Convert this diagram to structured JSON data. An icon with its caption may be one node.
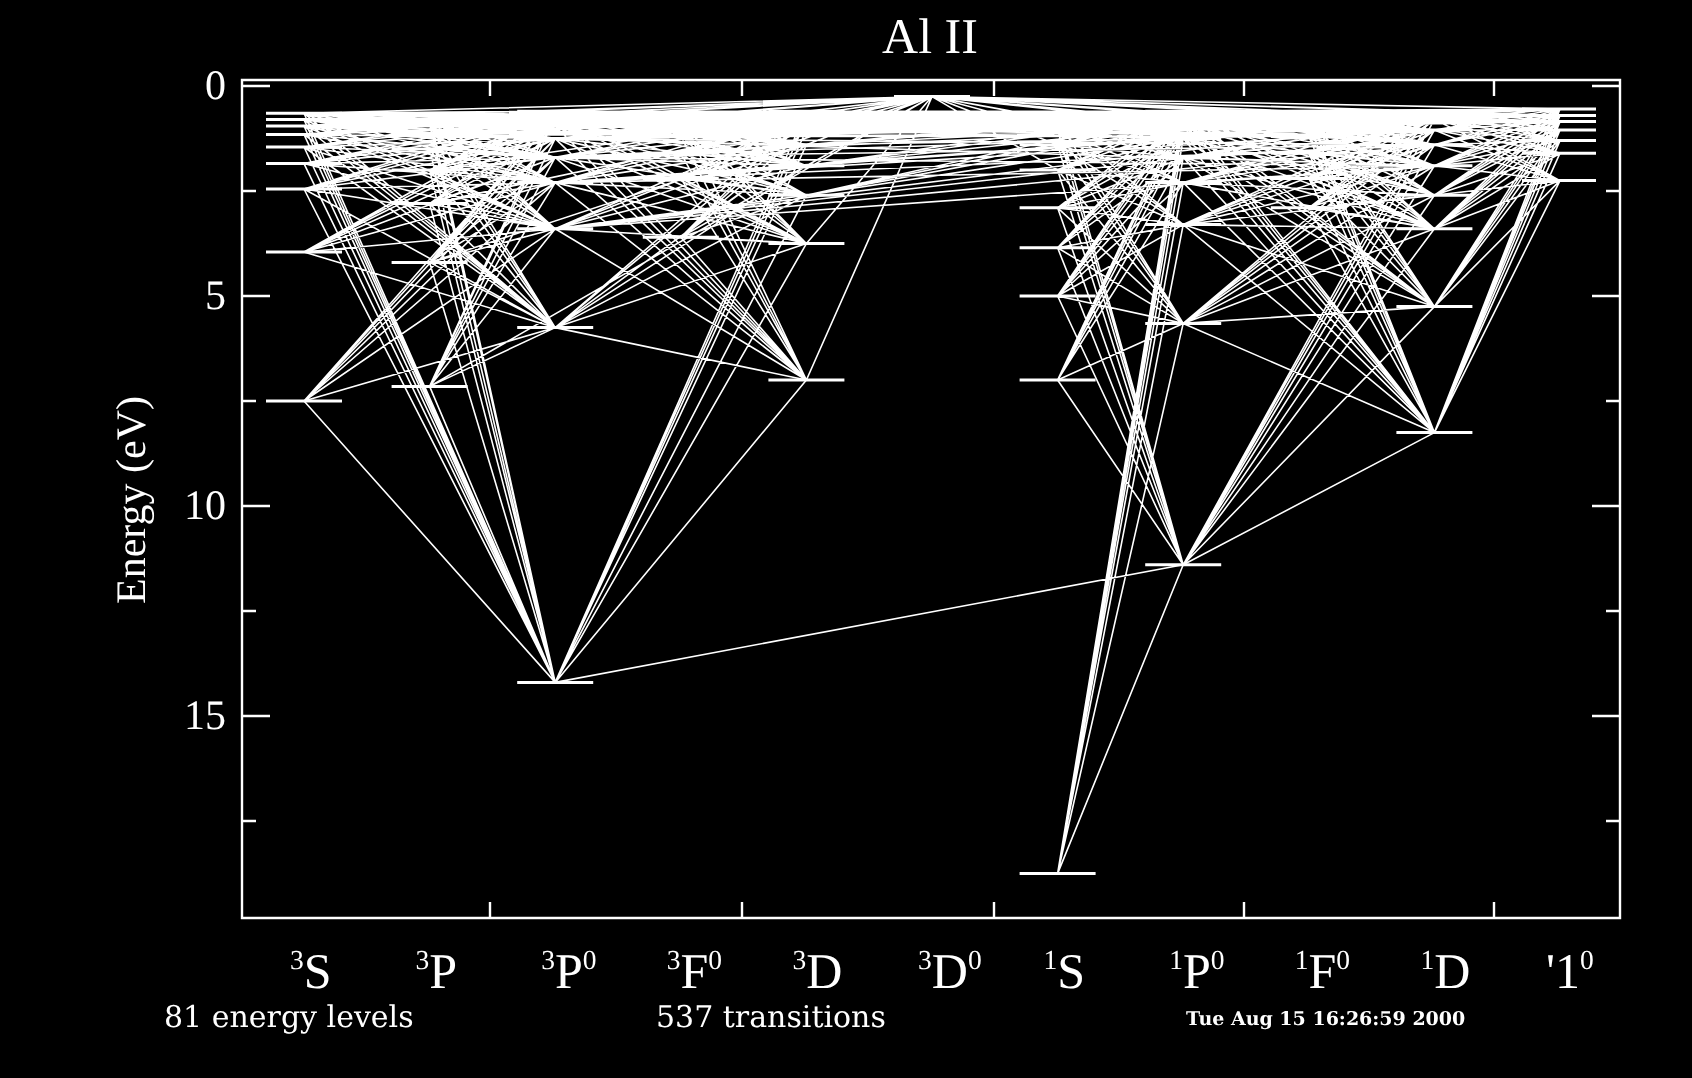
{
  "diagram": {
    "title": "Al II",
    "labels": [
      "Energy (eV)",
      "0",
      "5",
      "10",
      "15",
      "$^{3}$S",
      "$^{3}$P",
      "$^{3}$P$^{0}$",
      "$^{3}$F$^{0}$",
      "$^{3}$D",
      "$^{3}$D$^{0}$",
      "$^{1}$S",
      "$^{1}$P$^{0}$",
      "$^{1}$F$^{0}$",
      "$^{1}$D",
      "'1$^{0}$",
      "81 energy levels",
      "537 transitions",
      "Tue Aug 15 16:26:59 2000"
    ]
  }
}
